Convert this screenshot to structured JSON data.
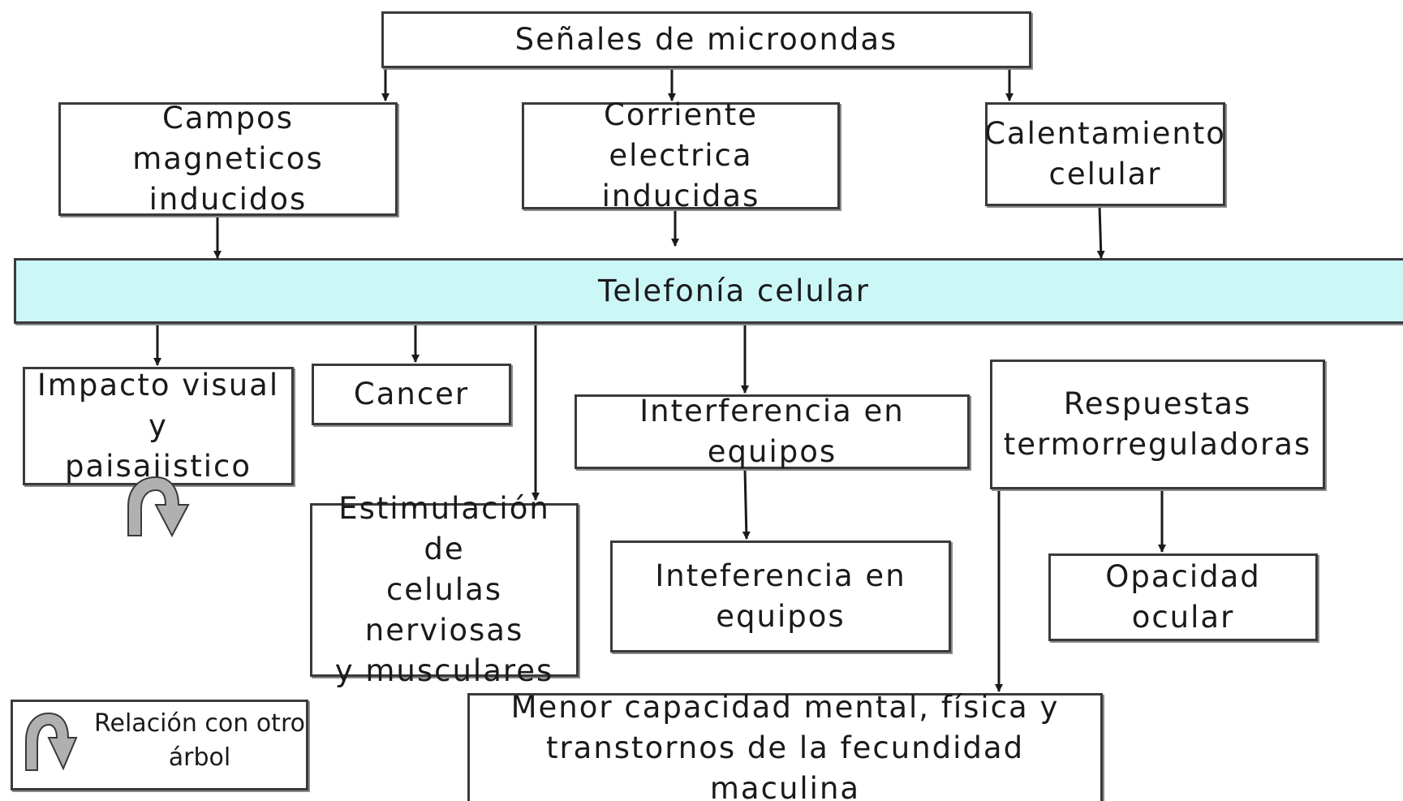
{
  "nodes": {
    "root": "Señales de microondas",
    "campos": "Campos magneticos\ninducidos",
    "corriente": "Corriente electrica\ninducidas",
    "calentamiento": "Calentamiento\ncelular",
    "telefonia": "Telefonía celular",
    "impacto": "Impacto visual y\npaisajistico",
    "cancer": "Cancer",
    "estimulacion": "Estimulación de\ncelulas nerviosas\ny musculares",
    "interferencia": "Interferencia en equipos",
    "inteferencia2": "Inteferencia en\nequipos",
    "respuestas": "Respuestas\ntermorreguladoras",
    "opacidad": "Opacidad ocular",
    "menor": "Menor capacidad mental, física y\ntranstornos de la fecundidad maculina"
  },
  "legend": {
    "label": "Relación con otro\nárbol",
    "icon": "curved-arrow-icon"
  },
  "colors": {
    "highlight_fill": "#ccf7f7",
    "border": "#3a3a3a",
    "arrow": "#1a1a1a",
    "icon_fill": "#b0b0b0"
  }
}
